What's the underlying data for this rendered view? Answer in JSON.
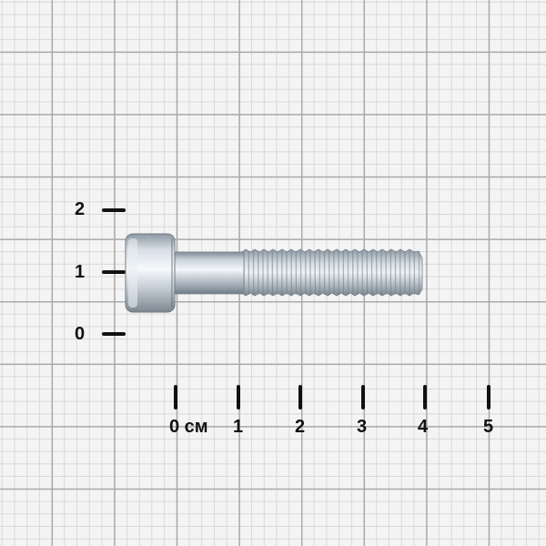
{
  "scale": {
    "vertical_labels": [
      "2",
      "1",
      "0"
    ],
    "horizontal_labels": [
      "0 см",
      "1",
      "2",
      "3",
      "4",
      "5"
    ]
  },
  "object": {
    "name": "socket-head-cap-screw-icon",
    "color": "#b8c2cc"
  },
  "colors": {
    "background": "#f4f4f4",
    "grid_major": "#a9a9a9",
    "grid_minor": "#d8d8d8",
    "markings": "#111111"
  }
}
